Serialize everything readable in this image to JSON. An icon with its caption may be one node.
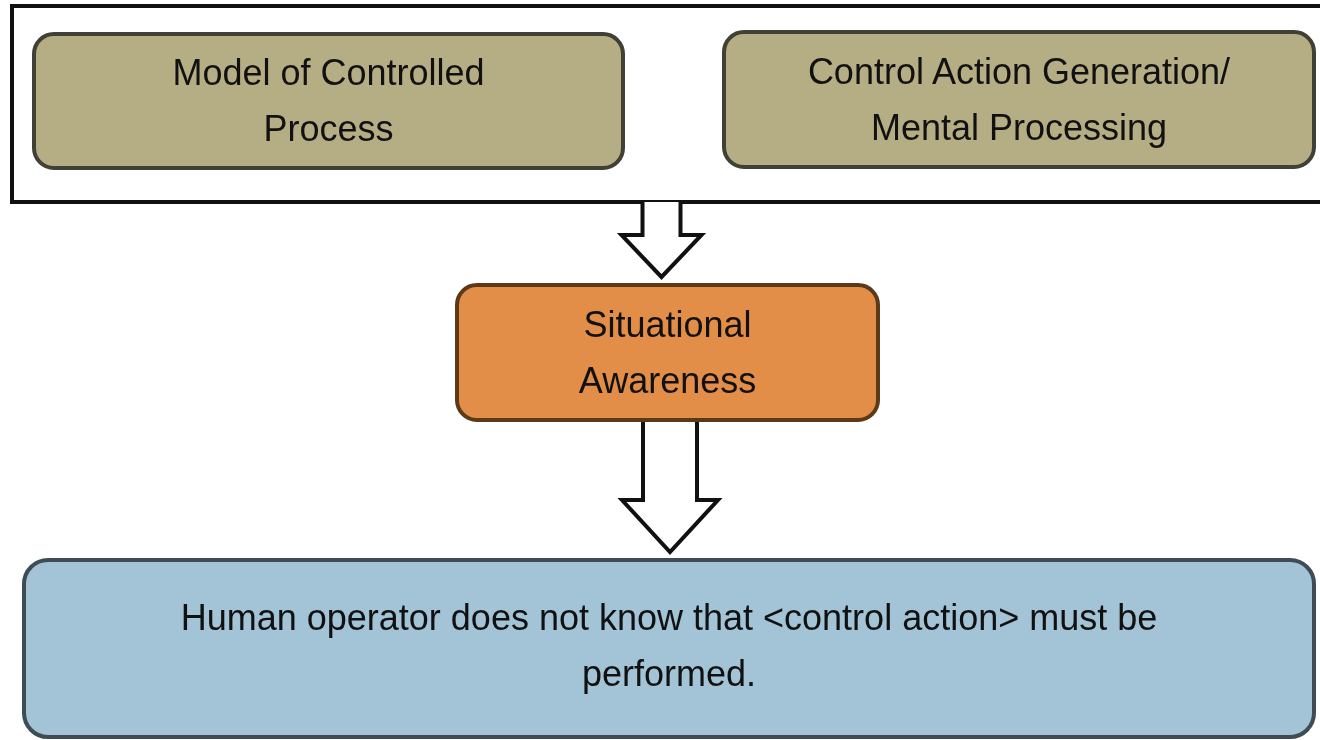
{
  "diagram": {
    "nodes": [
      {
        "text": [],
        "shape": "box"
      },
      {
        "text": [
          "Model of Controlled Process"
        ],
        "in": 0
      },
      {
        "text": [
          "Control Action Generation/ Mental Processing"
        ],
        "in": 0
      },
      {
        "text": [
          "Situational Awareness"
        ]
      },
      {
        "text": [
          "Human operator does not know that <control action> must be performed."
        ]
      }
    ],
    "edges": [
      {
        "from": 0,
        "to": 3,
        "arrow": "to"
      },
      {
        "from": 3,
        "to": 4,
        "arrow": "to"
      }
    ]
  }
}
